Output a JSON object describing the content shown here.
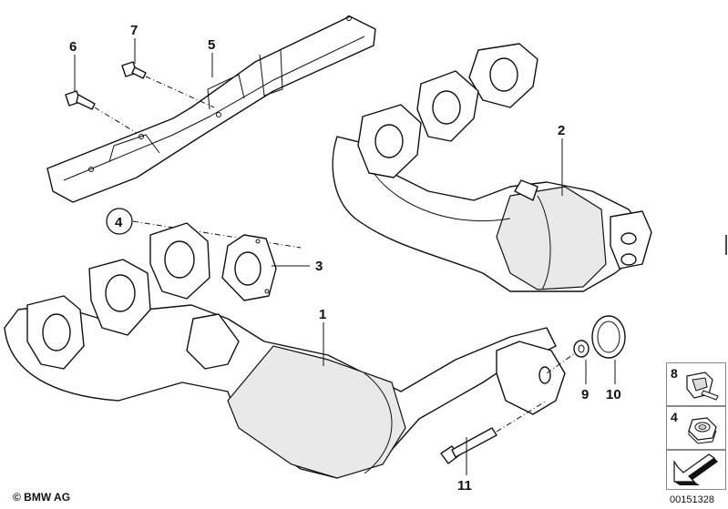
{
  "callouts": {
    "c1": "1",
    "c2": "2",
    "c3": "3",
    "c4": "4",
    "c5": "5",
    "c6": "6",
    "c7": "7",
    "c8": "8",
    "c9": "9",
    "c10": "10",
    "c11": "11"
  },
  "legend": {
    "items": [
      {
        "number": "8",
        "icon": "clip-nut-icon"
      },
      {
        "number": "4",
        "icon": "hex-nut-icon"
      }
    ],
    "arrow_icon": "direction-arrow-icon"
  },
  "footer": {
    "copyright": "© BMW AG",
    "document_number": "00151328"
  }
}
